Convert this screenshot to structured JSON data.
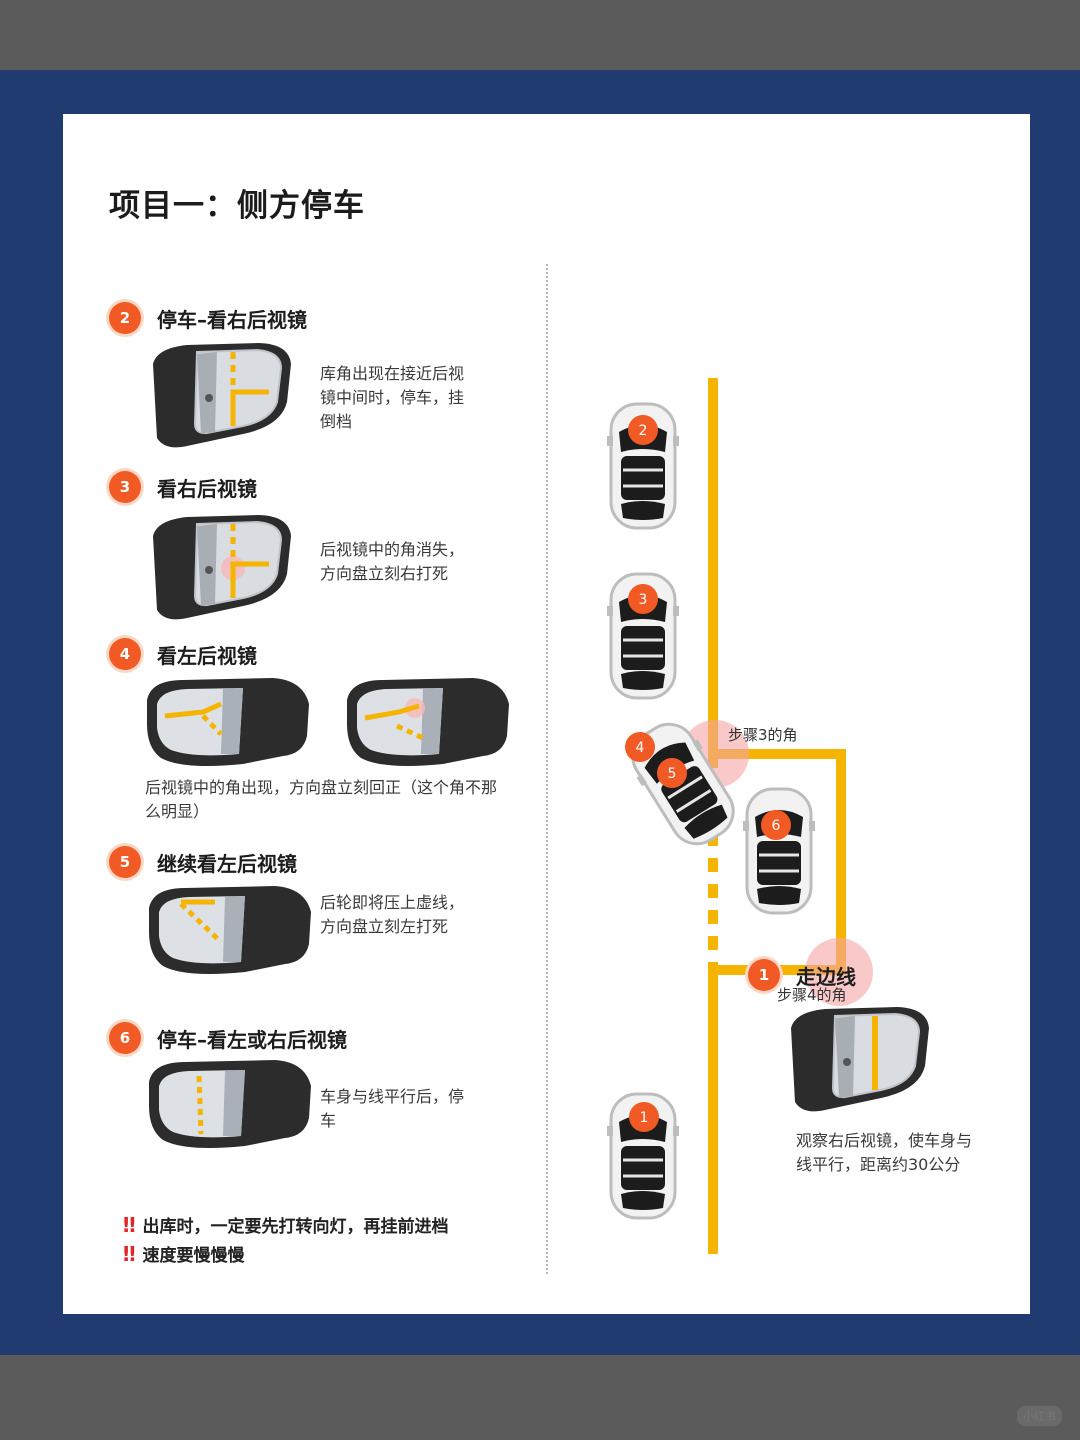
{
  "title": "项目一：侧方停车",
  "steps": [
    {
      "num": "2",
      "title": "停车–看右后视镜",
      "desc": "库角出现在接近后视镜中间时，停车，挂倒档"
    },
    {
      "num": "3",
      "title": "看右后视镜",
      "desc": "后视镜中的角消失，方向盘立刻右打死"
    },
    {
      "num": "4",
      "title": "看左后视镜",
      "desc": "后视镜中的角出现，方向盘立刻回正（这个角不那么明显）"
    },
    {
      "num": "5",
      "title": "继续看左后视镜",
      "desc": "后轮即将压上虚线，方向盘立刻左打死"
    },
    {
      "num": "6",
      "title": "停车–看左或右后视镜",
      "desc": "车身与线平行后，停车"
    }
  ],
  "step1": {
    "num": "1",
    "title": "走边线",
    "desc": "观察右后视镜，使车身与线平行，距离约30公分"
  },
  "diagram": {
    "corner3_label": "步骤3的角",
    "corner4_label": "步骤4的角",
    "car_labels": [
      "2",
      "3",
      "4",
      "5",
      "6",
      "1"
    ]
  },
  "warnings": [
    {
      "icon": "‼",
      "text": "出库时，一定要先打转向灯，再挂前进档"
    },
    {
      "icon": "‼",
      "text": "速度要慢慢慢"
    }
  ],
  "colors": {
    "accent": "#f15a24",
    "line": "#f5b400",
    "frame": "#1f3b70"
  },
  "watermark": "小红书"
}
